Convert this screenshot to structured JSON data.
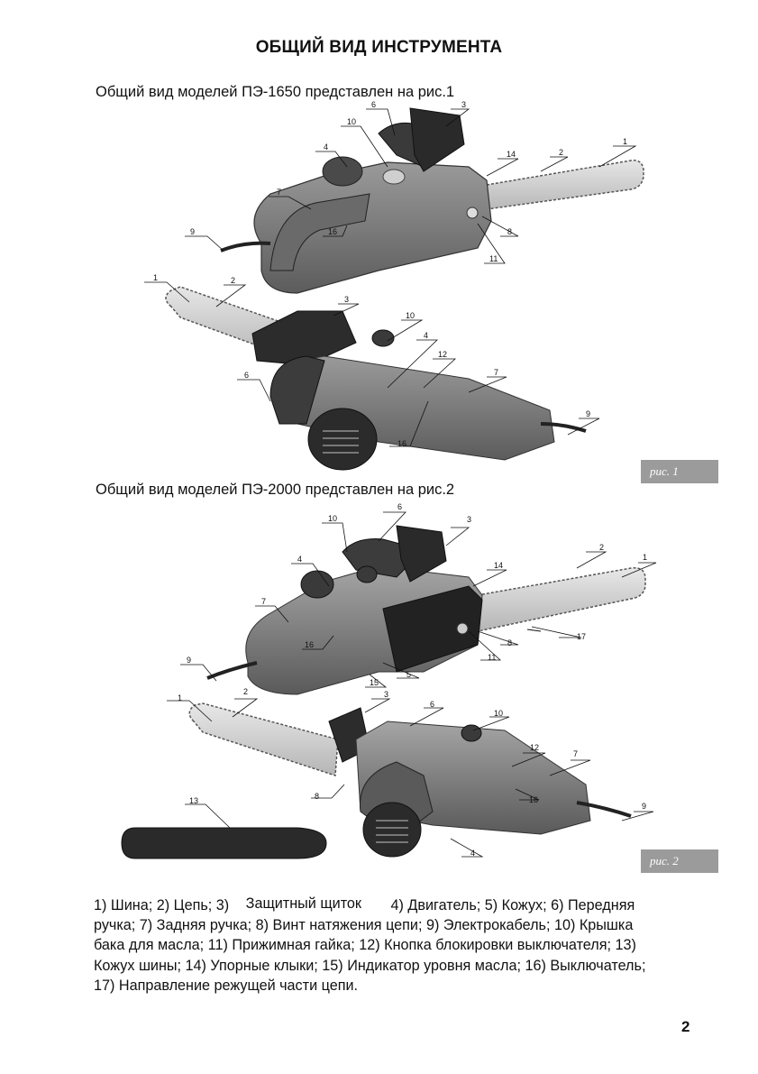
{
  "page": {
    "title": "ОБЩИЙ ВИД ИНСТРУМЕНТА",
    "number": "2"
  },
  "figure1": {
    "caption": "Общий вид моделей  ПЭ-1650 представлен на рис.1",
    "tag": "рис. 1",
    "labels_top": [
      "6",
      "3",
      "10",
      "4",
      "14",
      "2",
      "1",
      "7",
      "16",
      "9",
      "8",
      "11"
    ],
    "labels_bottom": [
      "1",
      "2",
      "3",
      "10",
      "4",
      "12",
      "7",
      "6",
      "9",
      "16"
    ]
  },
  "figure2": {
    "caption": "Общий вид моделей  ПЭ-2000 представлен на рис.2",
    "tag": "рис. 2",
    "labels_top": [
      "6",
      "10",
      "3",
      "2",
      "1",
      "4",
      "14",
      "7",
      "17",
      "16",
      "8",
      "11",
      "9",
      "5",
      "15"
    ],
    "labels_bottom": [
      "1",
      "2",
      "3",
      "6",
      "10",
      "12",
      "7",
      "16",
      "8",
      "9",
      "13",
      "4"
    ]
  },
  "legend": {
    "line1a": "1) Шина; 2) Цепь; 3)",
    "line1b": "Защитный щиток",
    "line1c": "4)  Двигатель; 5) Кожух; 6) Передняя",
    "line2": "ручка; 7) Задняя ручка; 8) Винт натяжения цепи; 9) Электрокабель; 10) Крышка",
    "line3": "бака для масла; 11) Прижимная гайка; 12) Кнопка блокировки выключателя; 13)",
    "line4": "Кожух шины; 14) Упорные клыки; 15) Индикатор уровня масла; 16) Выключатель;",
    "line5": "17) Направление режущей части цепи."
  }
}
